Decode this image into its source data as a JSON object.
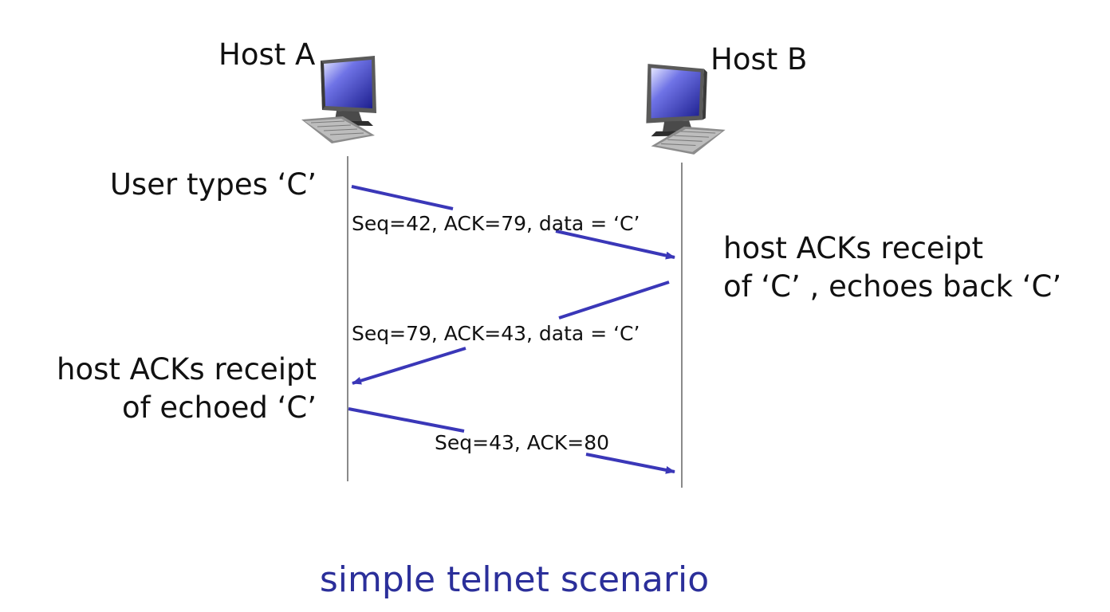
{
  "hosts": {
    "a": {
      "label": "Host A",
      "icon": "desktop-computer-icon"
    },
    "b": {
      "label": "Host B",
      "icon": "desktop-computer-icon"
    }
  },
  "events_a": {
    "user_types": "User types ‘C’",
    "ack_echo_line1": "host ACKs receipt",
    "ack_echo_line2": "of echoed ‘C’"
  },
  "events_b": {
    "line1": "host ACKs receipt",
    "line2": "of ‘C’ , echoes back ‘C’"
  },
  "messages": [
    {
      "label": "Seq=42, ACK=79, data = ‘C’",
      "direction": "A→B"
    },
    {
      "label": "Seq=79, ACK=43, data = ‘C’",
      "direction": "B→A"
    },
    {
      "label": "Seq=43, ACK=80",
      "direction": "A→B"
    }
  ],
  "caption": "simple telnet scenario",
  "colors": {
    "arrow": "#3a37b8",
    "caption": "#2b2f9a",
    "timeline": "#8a8a8a",
    "screen": "#3b3fc9"
  }
}
